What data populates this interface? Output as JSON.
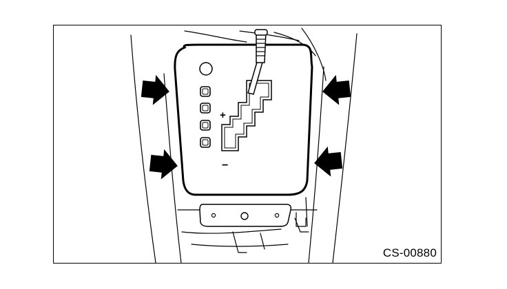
{
  "figure": {
    "code": "CS-00880",
    "subject": "shift-lever-console-panel",
    "colors": {
      "line": "#000000",
      "background": "#ffffff"
    },
    "callouts": [
      {
        "name": "arrow-upper-left",
        "direction": "right"
      },
      {
        "name": "arrow-lower-left",
        "direction": "right"
      },
      {
        "name": "arrow-upper-right",
        "direction": "left"
      },
      {
        "name": "arrow-lower-right",
        "direction": "left"
      }
    ],
    "gate_symbols": {
      "plus": "+",
      "minus": "−"
    }
  }
}
